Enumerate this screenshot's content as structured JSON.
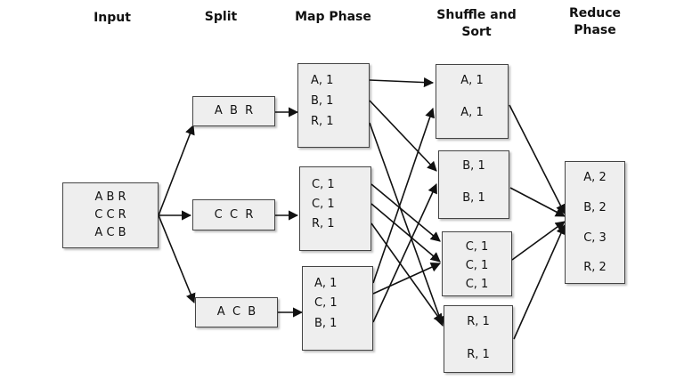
{
  "headers": {
    "input": "Input",
    "split": "Split",
    "map": "Map Phase",
    "shuffle": [
      "Shuffle and",
      "Sort"
    ],
    "reduce": [
      "Reduce",
      "Phase"
    ]
  },
  "input_box": [
    "A B R",
    "C C R",
    "A C B"
  ],
  "split_boxes": [
    "A  B  R",
    "C  C  R",
    "A  C  B"
  ],
  "map_boxes": [
    [
      "A, 1",
      "B, 1",
      "R, 1"
    ],
    [
      "C, 1",
      "C, 1",
      "R, 1"
    ],
    [
      "A, 1",
      "C, 1",
      "B, 1"
    ]
  ],
  "shuffle_boxes": [
    [
      "A, 1",
      "A, 1"
    ],
    [
      "B, 1",
      "B, 1"
    ],
    [
      "C, 1",
      "C, 1",
      "C, 1"
    ],
    [
      "R, 1",
      "R, 1"
    ]
  ],
  "reduce_box": [
    "A, 2",
    "B, 2",
    "C, 3",
    "R, 2"
  ]
}
